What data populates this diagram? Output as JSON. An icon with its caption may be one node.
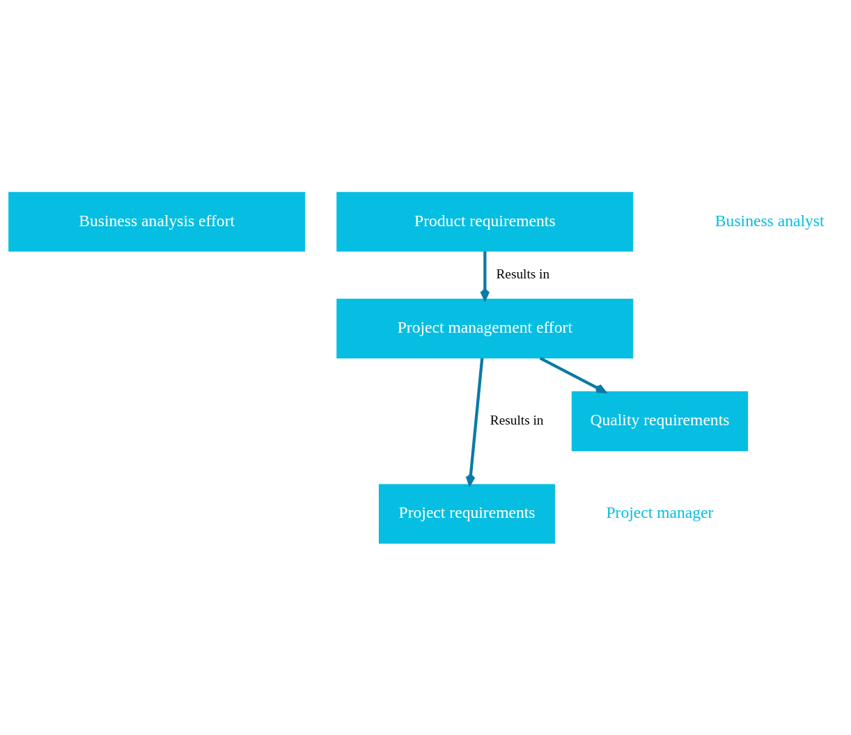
{
  "diagram": {
    "nodes": [
      {
        "text": [
          "Business analysis effort"
        ]
      },
      {
        "text": [
          "Product requirements"
        ]
      },
      {
        "text": [
          "Project management effort"
        ]
      },
      {
        "text": [
          "Project requirements"
        ]
      },
      {
        "text": [
          "Quality requirements"
        ]
      }
    ],
    "edges": [
      {
        "from": 1,
        "to": 2,
        "arrow": "to",
        "label": "Results in"
      },
      {
        "from": 2,
        "to": 3,
        "arrow": "to",
        "label": "Results in"
      },
      {
        "from": 2,
        "to": 4,
        "arrow": "to"
      }
    ],
    "labels": [
      "Business analyst",
      "Project manager"
    ]
  }
}
